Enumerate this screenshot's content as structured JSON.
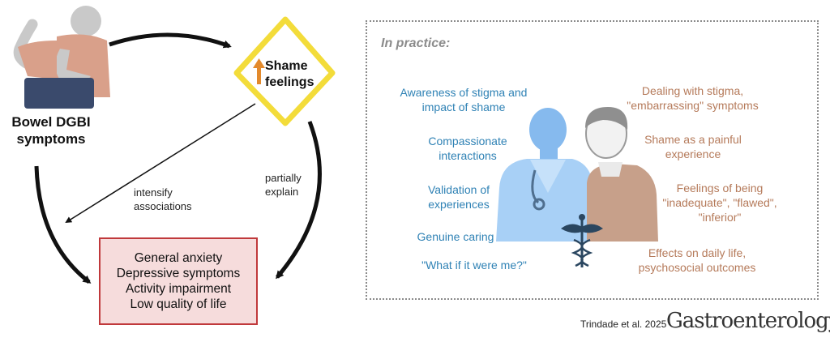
{
  "diagram": {
    "patient_label": "Bowel DGBI symptoms",
    "shame_label": "Shame feelings",
    "edge_intensify": "intensify associations",
    "edge_explain": "partially explain",
    "outcomes": [
      "General anxiety",
      "Depressive symptoms",
      "Activity impairment",
      "Low quality of life"
    ]
  },
  "practice": {
    "title": "In practice:",
    "clinician_points": [
      "Awareness of stigma and impact of shame",
      "Compassionate interactions",
      "Validation of experiences",
      "Genuine caring",
      "\"What if it were me?\""
    ],
    "patient_points": [
      "Dealing with stigma, \"embarrassing\" symptoms",
      "Shame as a painful experience",
      "Feelings of being \"inadequate\", \"flawed\", \"inferior\"",
      "Effects on daily life, psychosocial outcomes"
    ]
  },
  "footer": {
    "citation": "Trindade et al. 2025",
    "journal": "Gastroenterology"
  },
  "colors": {
    "clinician_text": "#2f82b5",
    "patient_text": "#b57a5a",
    "diamond": "#f3dc3a",
    "outcome_border": "#c0393b",
    "outcome_fill": "#f6dcdc"
  }
}
